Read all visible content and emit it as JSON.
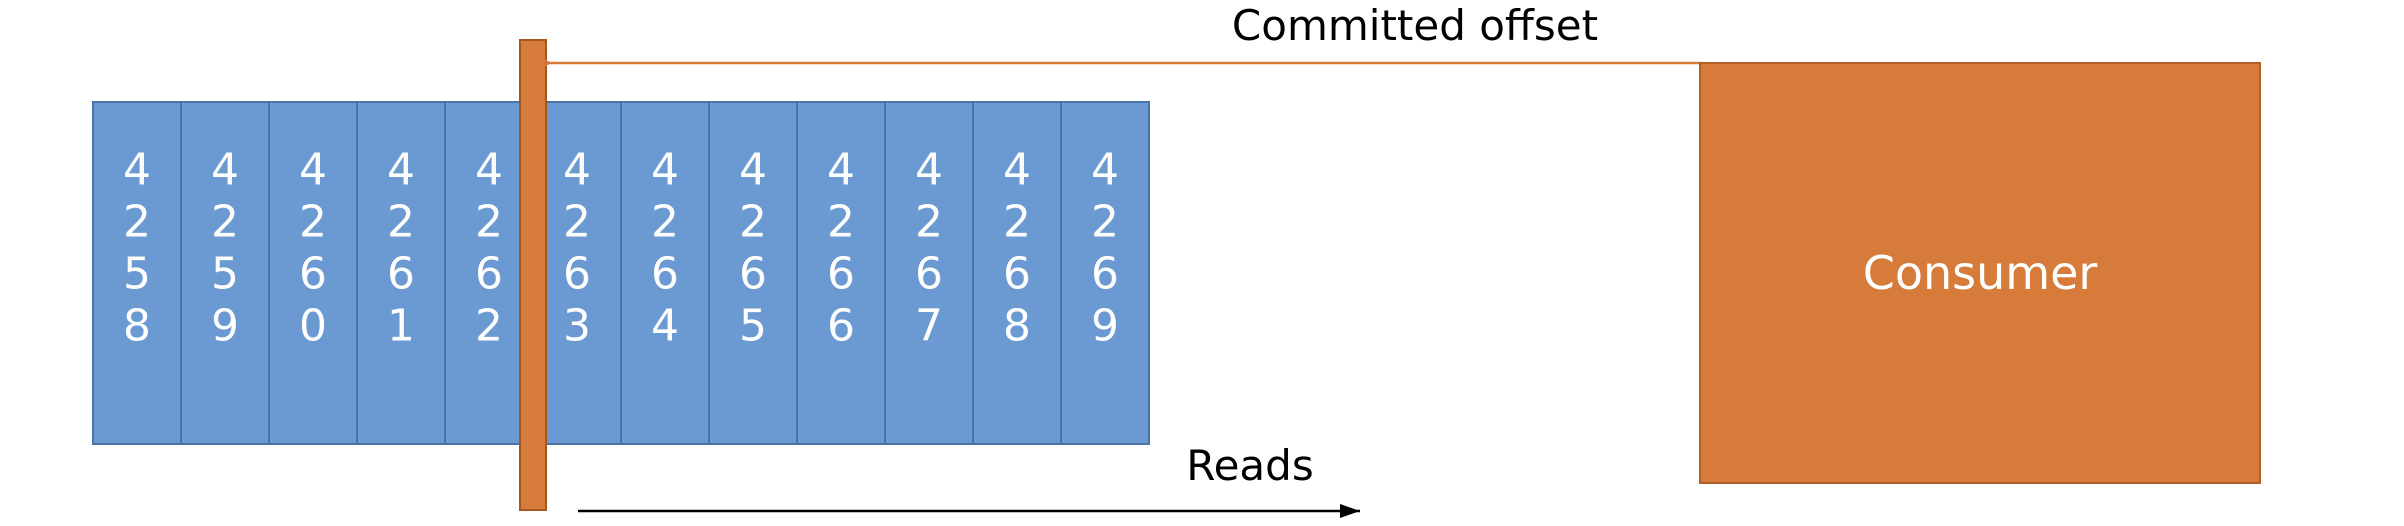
{
  "partition_log": {
    "offsets": [
      [
        "4",
        "2",
        "5",
        "8"
      ],
      [
        "4",
        "2",
        "5",
        "9"
      ],
      [
        "4",
        "2",
        "6",
        "0"
      ],
      [
        "4",
        "2",
        "6",
        "1"
      ],
      [
        "4",
        "2",
        "6",
        "2"
      ],
      [
        "4",
        "2",
        "6",
        "3"
      ],
      [
        "4",
        "2",
        "6",
        "4"
      ],
      [
        "4",
        "2",
        "6",
        "5"
      ],
      [
        "4",
        "2",
        "6",
        "6"
      ],
      [
        "4",
        "2",
        "6",
        "7"
      ],
      [
        "4",
        "2",
        "6",
        "8"
      ],
      [
        "4",
        "2",
        "6",
        "9"
      ]
    ],
    "committed_after_index": 4
  },
  "consumer": {
    "label": "Consumer"
  },
  "labels": {
    "committed_offset": "Committed offset",
    "reads": "Reads"
  },
  "colors": {
    "cell_fill": "#6a9ad1",
    "consumer_fill": "#d67b3a",
    "commit_arrow": "#d67b3a",
    "reads_arrow": "#000000"
  }
}
